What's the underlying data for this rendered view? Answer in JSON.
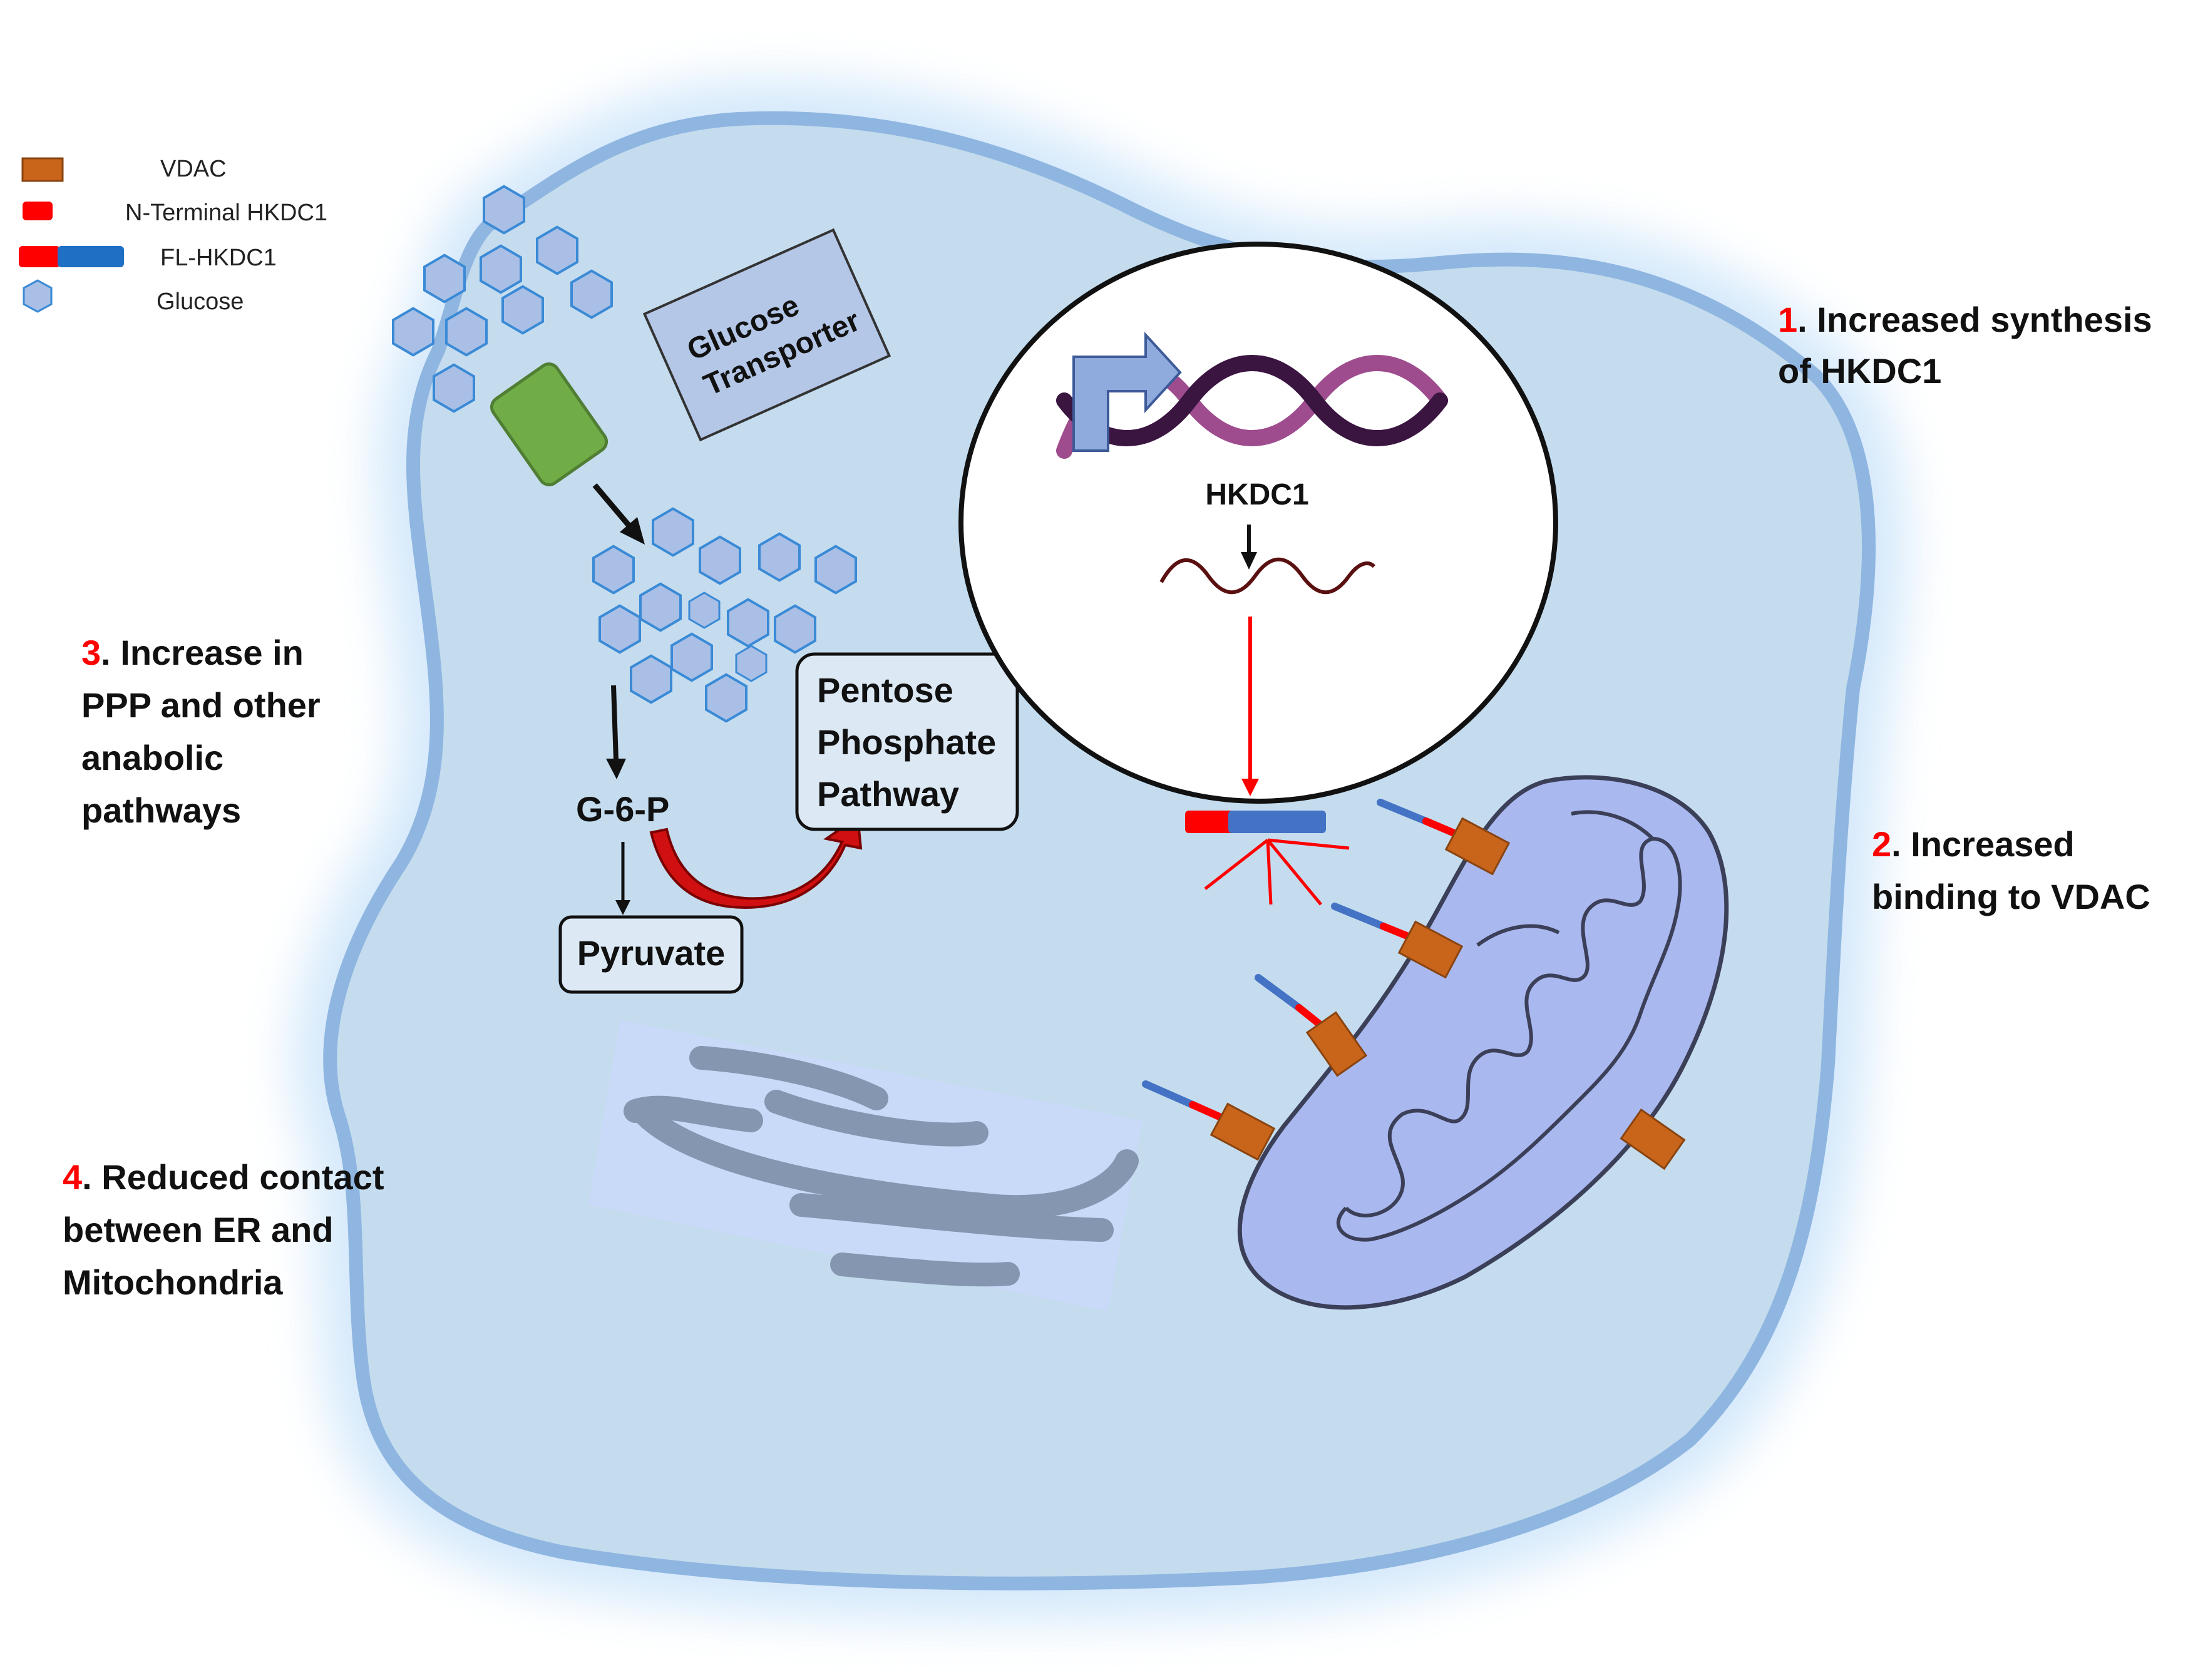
{
  "legend": {
    "vdac": "VDAC",
    "n_terminal": "N-Terminal HKDC1",
    "fl_hkdc1": "FL-HKDC1",
    "glucose": "Glucose"
  },
  "labels": {
    "glucose_transporter_line1": "Glucose",
    "glucose_transporter_line2": "Transporter",
    "gene_name": "HKDC1",
    "g6p": "G-6-P",
    "pyruvate": "Pyruvate",
    "ppp_line1": "Pentose",
    "ppp_line2": "Phosphate",
    "ppp_line3": "Pathway"
  },
  "steps": [
    {
      "number": "1",
      "line1": ". Increased synthesis",
      "line2": "of HKDC1"
    },
    {
      "number": "2",
      "line1": ". Increased",
      "line2": "binding to VDAC"
    },
    {
      "number": "3",
      "line1": ". Increase in",
      "line2": "PPP and other",
      "line3": "anabolic",
      "line4": "pathways"
    },
    {
      "number": "4",
      "line1": ". Reduced contact",
      "line2": "between ER and",
      "line3": "Mitochondria"
    }
  ],
  "colors": {
    "cell_fill": "#c4dcee",
    "cell_stroke": "#8fb6e0",
    "glucose": "#a9bfe6",
    "vdac": "#c8651b",
    "n_terminal": "#ff0000",
    "fl_blue": "#4472c4",
    "transporter": "#70ad47",
    "mito": "#a9b9ef",
    "er": "#8496b0",
    "accent_red": "#ff0000"
  }
}
